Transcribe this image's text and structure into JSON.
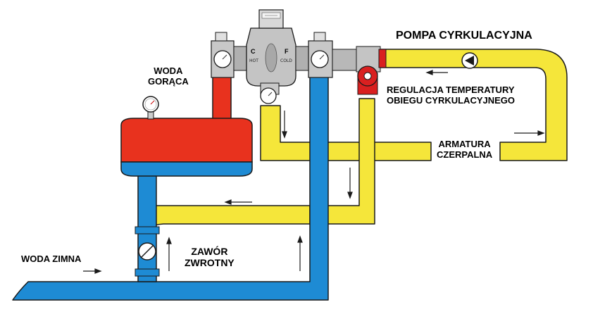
{
  "labels": {
    "hot_water": [
      "WODA",
      "GORĄCA"
    ],
    "cold_water": "WODA ZIMNA",
    "check_valve": [
      "ZAWÓR",
      "ZWROTNY"
    ],
    "circulation_pump": "POMPA CYRKULACYJNA",
    "circulation_temp": [
      "REGULACJA TEMPERATURY",
      "OBIEGU CYRKULACYJNEGO"
    ],
    "draw_off_fitting": [
      "ARMATURA",
      "CZERPALNA"
    ]
  },
  "mixing_valve": {
    "letter_left": "C",
    "letter_right": "F",
    "sub_left": "HOT",
    "sub_right": "COLD"
  },
  "colors": {
    "hot": "#e8321e",
    "cold": "#1e8bd4",
    "mixed": "#f5e63a",
    "outline": "#1a1a1a",
    "metal": "#bdbdbd",
    "pump_red": "#d92020"
  },
  "icons": [
    "pressure-gauge-icon",
    "pump-icon",
    "flow-arrow-icon",
    "check-valve-icon",
    "thermostatic-mixing-valve-icon"
  ]
}
